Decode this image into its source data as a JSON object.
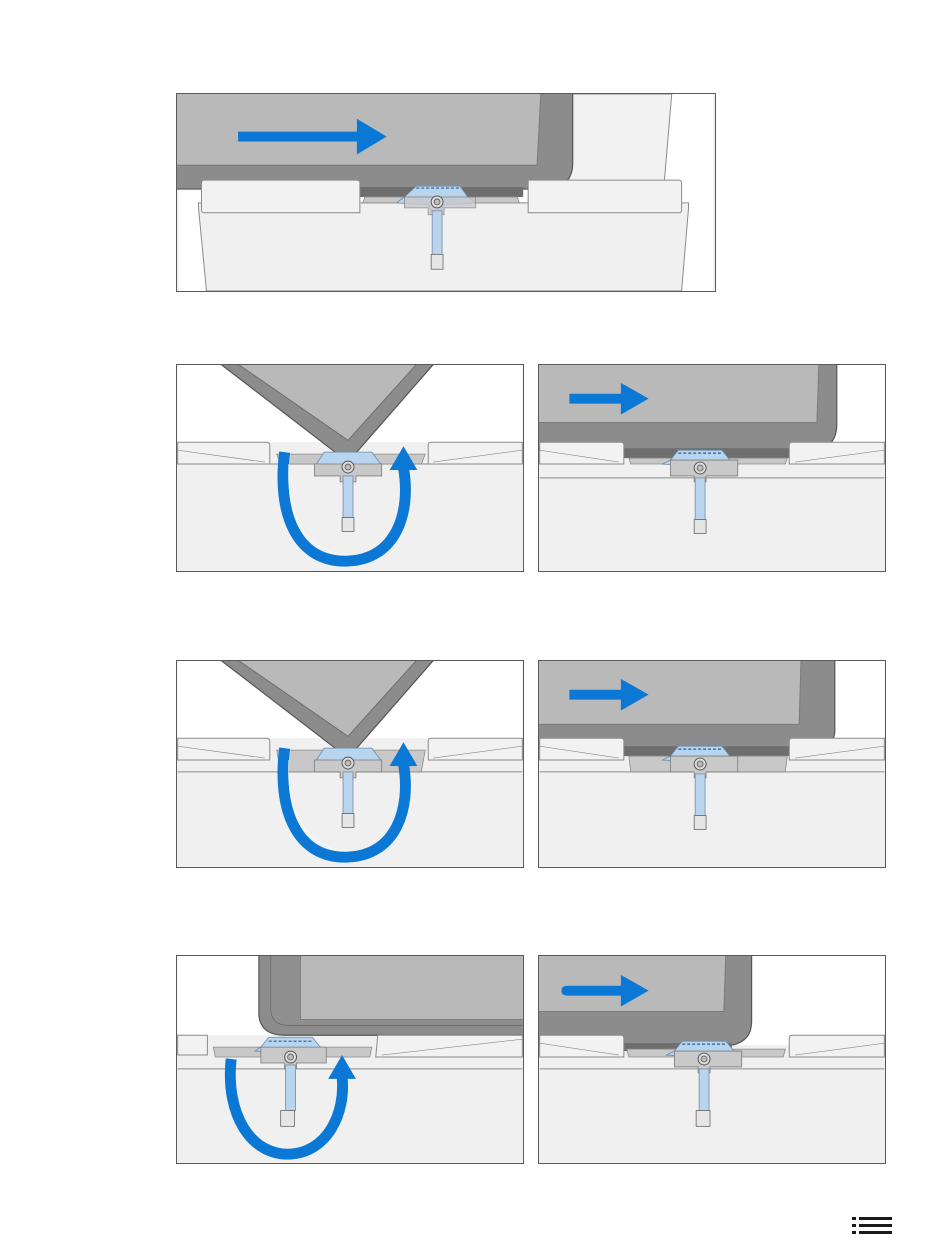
{
  "page": {
    "background": "#ffffff"
  },
  "colors": {
    "arrow_blue": "#0a78d4",
    "panel_border": "#5a5a5a",
    "screen_gray": "#b9b9b9",
    "bezel_gray": "#8a8a8a",
    "base_light": "#f0f0f0",
    "hinge_blue": "#b8d4ee"
  },
  "figures": [
    {
      "id": "fig-1",
      "arrow": "slide-right"
    },
    {
      "id": "fig-2a",
      "arrow": "rotate-u-turn"
    },
    {
      "id": "fig-2b",
      "arrow": "slide-right"
    },
    {
      "id": "fig-3a",
      "arrow": "rotate-u-turn"
    },
    {
      "id": "fig-3b",
      "arrow": "slide-right"
    },
    {
      "id": "fig-4a",
      "arrow": "rotate-u-turn"
    },
    {
      "id": "fig-4b",
      "arrow": "slide-right"
    }
  ],
  "navigation": {
    "icon": "list-menu-icon"
  }
}
